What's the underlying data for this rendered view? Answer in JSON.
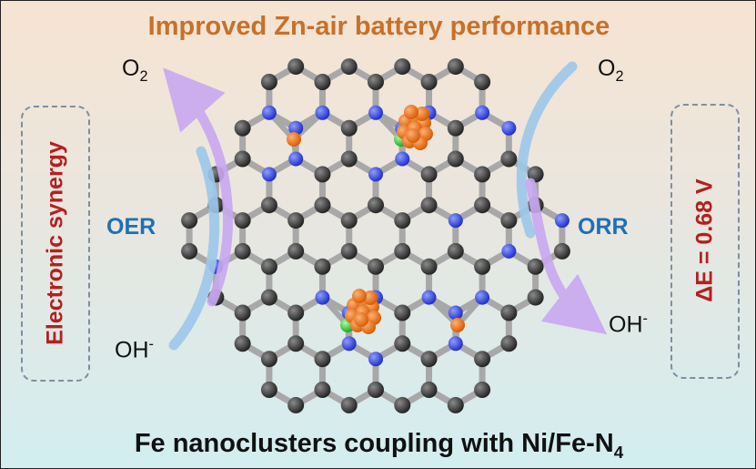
{
  "title": "Improved Zn-air battery performance",
  "caption_main": "Fe nanoclusters coupling with  Ni/Fe-N",
  "caption_sub": "4",
  "left": {
    "o2_main": "O",
    "o2_sub": "2",
    "process": "OER",
    "oh_main": "OH",
    "oh_sup": "-",
    "side_label": "Electronic synergy"
  },
  "right": {
    "o2_main": "O",
    "o2_sub": "2",
    "process": "ORR",
    "oh_main": "OH",
    "oh_sup": "-",
    "side_label": "ΔE = 0.68 V"
  },
  "colors": {
    "title": "#c8702a",
    "process": "#1f6fb5",
    "side_label": "#b51f1f",
    "carbon": "#3a3a3a",
    "nitrogen": "#3d55e8",
    "fe_single": "#f07a1a",
    "ni_single": "#3dcc3d",
    "fe_cluster": "#f07a1a",
    "bond": "#a8a8a8",
    "arrow_purple": "#c9a8f0",
    "arrow_blue": "#9cc6ea",
    "dashed_box": "#7d8ea3"
  }
}
